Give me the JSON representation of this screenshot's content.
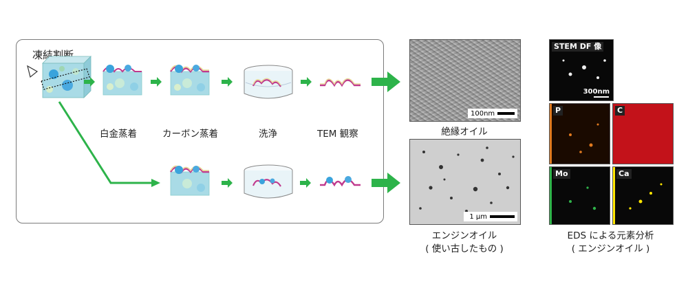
{
  "process": {
    "title": "凍結割断",
    "steps": [
      "白金蒸着",
      "カーボン蒸着",
      "洗浄",
      "TEM 観察"
    ]
  },
  "results": {
    "sem_caption": "絶縁オイル",
    "sem_scale": "100nm",
    "tem_caption_line1": "エンジンオイル",
    "tem_caption_line2": "( 使い古したもの )",
    "tem_scale": "1 μm"
  },
  "eds": {
    "stem_label": "STEM DF 像",
    "stem_scale": "300nm",
    "maps": [
      "P",
      "C",
      "Mo",
      "Ca"
    ],
    "caption_line1": "EDS による元素分析",
    "caption_line2": "( エンジンオイル )"
  },
  "colors": {
    "arrow": "#2db34a",
    "P": "#e07a1f",
    "C": "#d4121c",
    "Mo": "#2fb34a",
    "Ca": "#ffe600"
  }
}
